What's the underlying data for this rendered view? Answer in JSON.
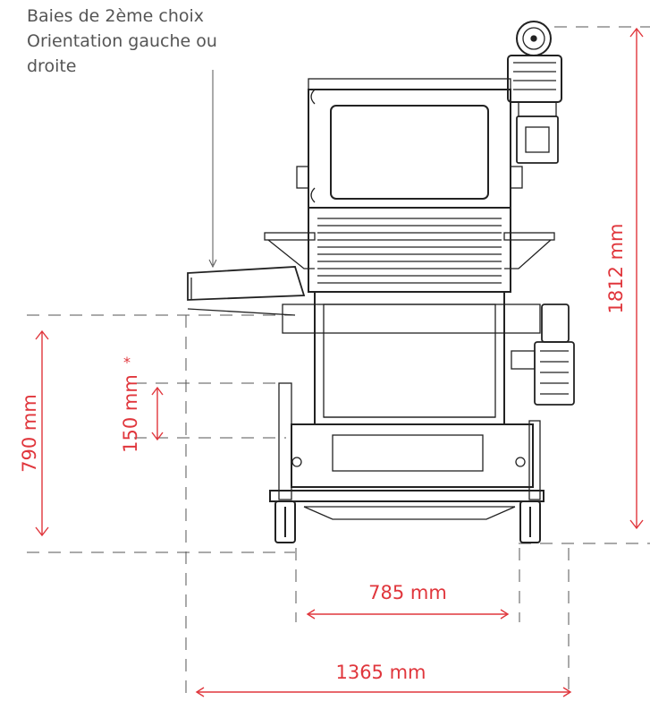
{
  "note": {
    "line1": "Baies de 2ème choix",
    "line2": "Orientation gauche ou",
    "line3": "droite"
  },
  "dimensions": {
    "height_total": "1812 mm",
    "height_working": "790 mm",
    "height_adjust": "150 mm",
    "height_adjust_mark": "*",
    "width_wheelbase": "785 mm",
    "width_total": "1365 mm"
  },
  "colors": {
    "dimension": "#e0363c",
    "drawing": "#222222",
    "guide": "#555555",
    "text": "#555555"
  }
}
